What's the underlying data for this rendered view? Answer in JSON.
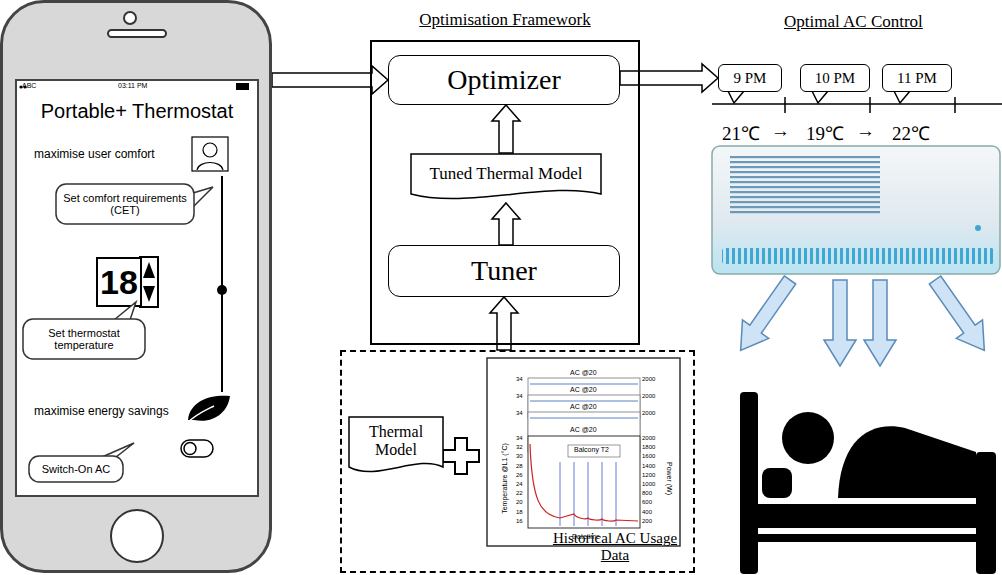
{
  "diagram": {
    "nodes": [
      {
        "text": [
          "Portable+ Thermostat"
        ]
      },
      {
        "text": [
          "Set comfort requirements (CET)"
        ],
        "in": 0
      },
      {
        "text": [
          "18"
        ],
        "in": 0
      },
      {
        "text": [
          "Set thermostat temperature"
        ],
        "in": 0
      },
      {
        "text": [
          "Switch-On AC"
        ],
        "in": 0
      },
      {
        "text": [
          "Optimisation Framework"
        ]
      },
      {
        "text": [
          "Optimizer"
        ],
        "in": 5
      },
      {
        "text": [
          "Tuned Thermal Model"
        ],
        "in": 5
      },
      {
        "text": [
          "Tuner"
        ],
        "in": 5
      },
      {
        "text": [
          "Historical AC Usage Data"
        ]
      },
      {
        "text": [
          "Thermal Model"
        ],
        "in": 9
      },
      {
        "text": [
          "9 PM"
        ]
      },
      {
        "text": [
          "10 PM"
        ]
      },
      {
        "text": [
          "11 PM"
        ]
      }
    ],
    "edges": [
      {
        "from": 0,
        "to": 6,
        "arrow": "to"
      },
      {
        "from": 8,
        "to": 7,
        "arrow": "to"
      },
      {
        "from": 7,
        "to": 6,
        "arrow": "to"
      },
      {
        "from": 9,
        "to": 8,
        "arrow": "to"
      },
      {
        "from": 6,
        "to": 11,
        "arrow": "to"
      }
    ],
    "labels": [
      "ABC",
      "03:11 PM",
      "maximise user comfort",
      "maximise energy savings",
      "Optimal AC Control",
      "21℃",
      "→",
      "19℃",
      "→",
      "22℃",
      "AC @20",
      "AC @20",
      "AC @20",
      "AC @20",
      "Balcony T2",
      "Temperature @L1 (°C)",
      "Power (W)",
      "Datetime",
      "34",
      "32",
      "30",
      "28",
      "26",
      "24",
      "22",
      "20",
      "18",
      "16",
      "2000",
      "1800",
      "1600",
      "1400",
      "1200",
      "1000",
      "800",
      "600",
      "400",
      "200",
      "34",
      "2000",
      "34",
      "2000",
      "34",
      "2000"
    ]
  }
}
